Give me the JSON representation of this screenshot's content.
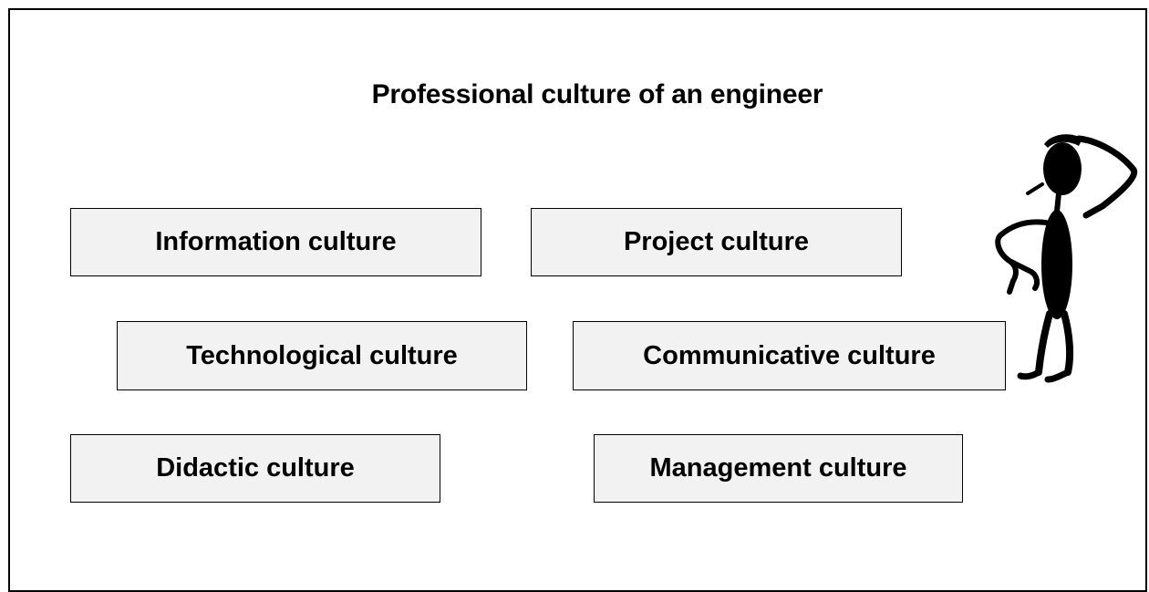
{
  "title": "Professional culture of an engineer",
  "boxes": [
    {
      "label": "Information culture"
    },
    {
      "label": "Project culture"
    },
    {
      "label": "Technological culture"
    },
    {
      "label": "Communicative culture"
    },
    {
      "label": "Didactic culture"
    },
    {
      "label": "Management culture"
    }
  ],
  "colors": {
    "box_fill": "#f2f2f2",
    "border": "#000000",
    "text": "#000000"
  },
  "illustration": "thinking-person-icon"
}
